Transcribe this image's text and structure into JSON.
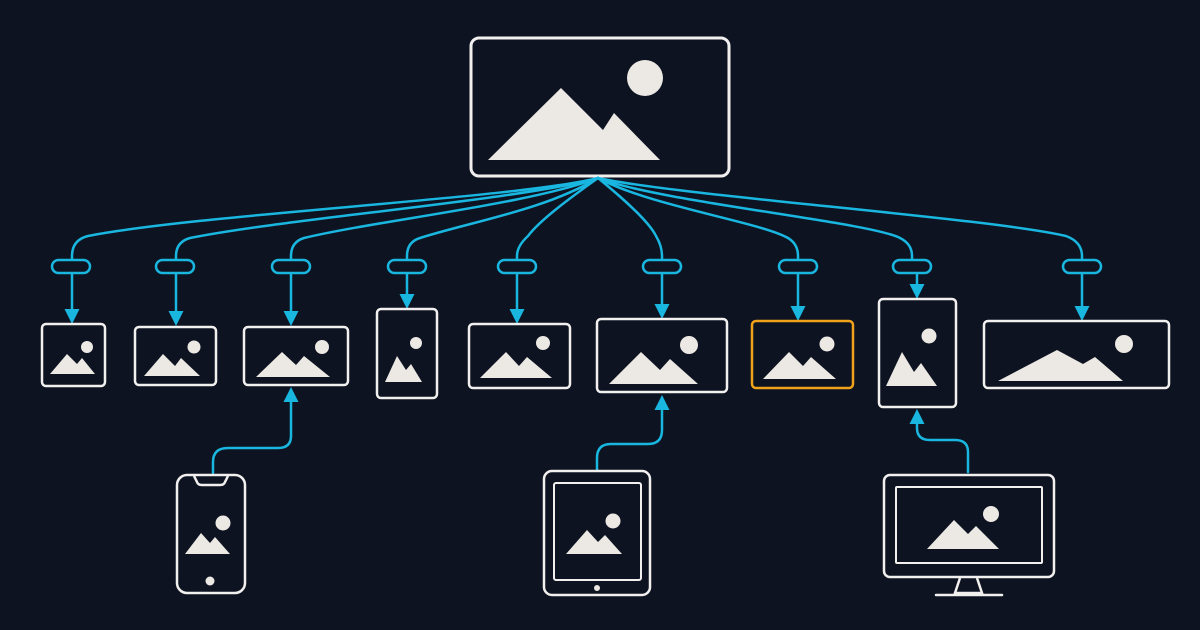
{
  "colors": {
    "background": "#0d1321",
    "frame": "#f2f0ee",
    "connector": "#19b6e0",
    "highlight": "#f0a21a",
    "picture_fill": "#ece8e4"
  },
  "icons": {
    "source": "landscape-image-icon",
    "variant": "landscape-image-icon",
    "phone": "smartphone-icon",
    "tablet": "tablet-icon",
    "desktop": "desktop-monitor-icon",
    "node": "pill-node-icon"
  },
  "diagram": {
    "variant_count": 9,
    "highlighted_variant": 7,
    "devices": [
      {
        "name": "phone",
        "targets_variant": 3
      },
      {
        "name": "tablet",
        "targets_variant": 6
      },
      {
        "name": "desktop",
        "targets_variant": 8
      }
    ]
  }
}
